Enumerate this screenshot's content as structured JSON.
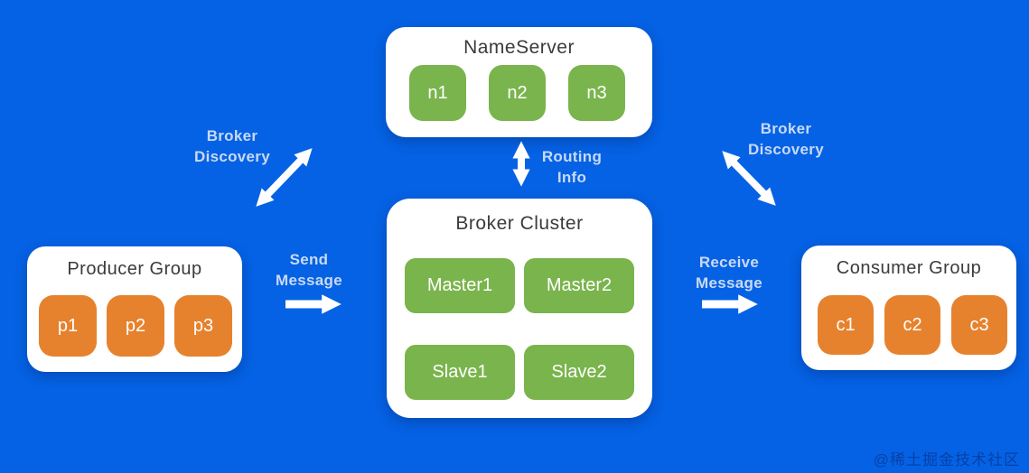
{
  "canvas": {
    "background": "#0562e4"
  },
  "colors": {
    "node_green": "#7ab44c",
    "node_orange": "#e6822d",
    "box_white": "#ffffff",
    "edge_label_text": "#c9d9f6",
    "box_title_text": "#3b3b3b",
    "arrow": "#ffffff"
  },
  "nameserver": {
    "title": "NameServer",
    "nodes": [
      "n1",
      "n2",
      "n3"
    ]
  },
  "broker_cluster": {
    "title": "Broker Cluster",
    "masters": [
      "Master1",
      "Master2"
    ],
    "slaves": [
      "Slave1",
      "Slave2"
    ]
  },
  "producer_group": {
    "title": "Producer Group",
    "nodes": [
      "p1",
      "p2",
      "p3"
    ]
  },
  "consumer_group": {
    "title": "Consumer Group",
    "nodes": [
      "c1",
      "c2",
      "c3"
    ]
  },
  "edges": {
    "broker_discovery_left": {
      "line1": "Broker",
      "line2": "Discovery"
    },
    "broker_discovery_right": {
      "line1": "Broker",
      "line2": "Discovery"
    },
    "routing_info": {
      "line1": "Routing",
      "line2": "Info"
    },
    "send_message": {
      "line1": "Send",
      "line2": "Message"
    },
    "receive_message": {
      "line1": "Receive",
      "line2": "Message"
    }
  },
  "watermark": "@稀土掘金技术社区"
}
